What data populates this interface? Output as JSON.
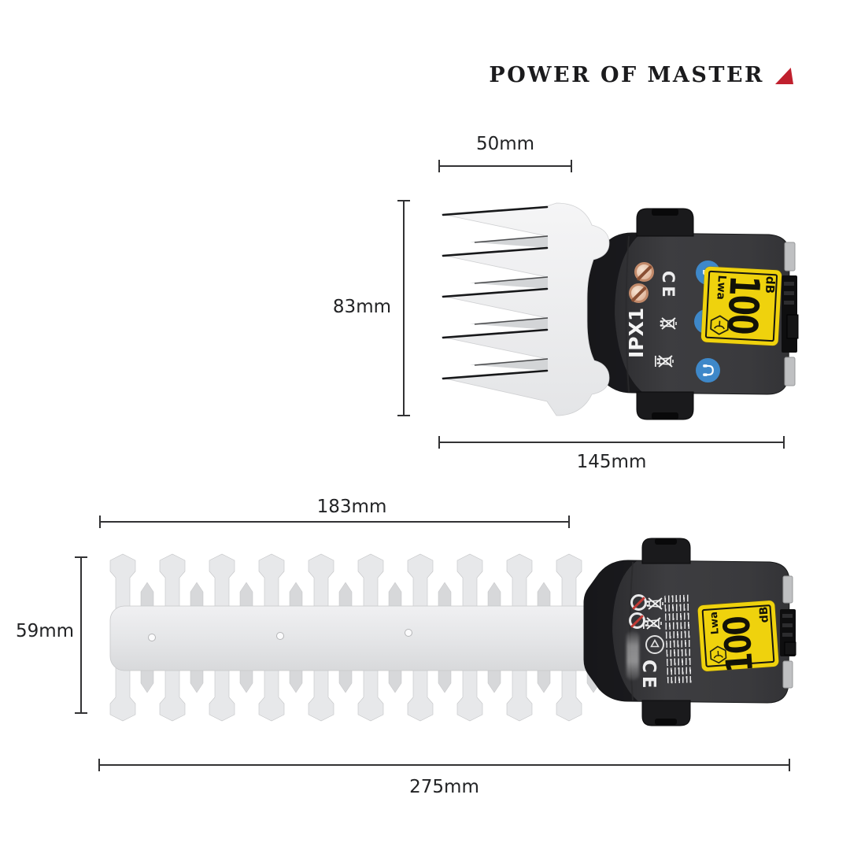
{
  "brand": {
    "name": "POWER OF MASTER"
  },
  "annotations": {
    "grass_shear": {
      "blade_width": "50mm",
      "blade_height": "83mm",
      "total_length": "145mm"
    },
    "hedge_blade": {
      "blade_length": "183mm",
      "blade_height": "59mm",
      "total_length": "275mm"
    }
  },
  "labels": {
    "ip_rating": "IPX1",
    "ce_mark": "CE",
    "noise": {
      "prefix": "Lwa",
      "value": "100",
      "unit": "dB"
    }
  },
  "icons": [
    "brand-triangle-icon",
    "prohibition-icon",
    "crossed-bin-icon",
    "glove-icon",
    "goggles-icon",
    "ear-protection-icon",
    "manual-book-icon",
    "recycle-icon"
  ],
  "colors": {
    "accent_red": "#c0202e",
    "label_yellow": "#efd20d",
    "icon_blue": "#3e88c9",
    "body_charcoal": "#3a3a3d",
    "dim_line": "#323234"
  }
}
